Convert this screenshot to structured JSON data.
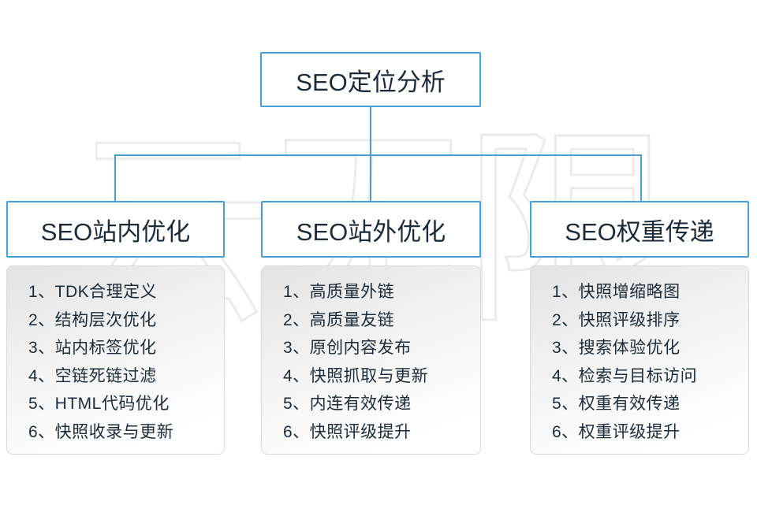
{
  "watermark": "云无限",
  "root": {
    "title": "SEO定位分析"
  },
  "columns": [
    {
      "title": "SEO站内优化",
      "items": [
        "1、TDK合理定义",
        "2、结构层次优化",
        "3、站内标签优化",
        "4、空链死链过滤",
        "5、HTML代码优化",
        "6、快照收录与更新"
      ]
    },
    {
      "title": "SEO站外优化",
      "items": [
        "1、高质量外链",
        "2、高质量友链",
        "3、原创内容发布",
        "4、快照抓取与更新",
        "5、内连有效传递",
        "6、快照评级提升"
      ]
    },
    {
      "title": "SEO权重传递",
      "items": [
        "1、快照增缩略图",
        "2、快照评级排序",
        "3、搜索体验优化",
        "4、检索与目标访问",
        "5、权重有效传递",
        "6、权重评级提升"
      ]
    }
  ],
  "colors": {
    "border": "#4a9ed7",
    "line": "#4a9ed7",
    "text": "#1c2b39"
  }
}
